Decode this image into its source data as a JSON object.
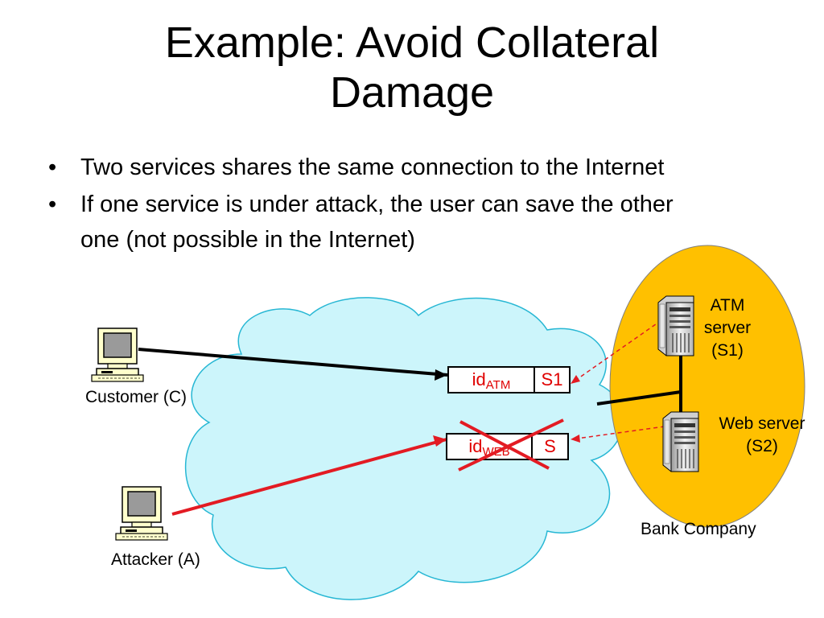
{
  "title": {
    "line1": "Example: Avoid Collateral",
    "line2": "Damage"
  },
  "bullets": [
    {
      "marker": "•",
      "text": "Two services shares the same connection to the Internet"
    },
    {
      "marker": "•",
      "text": "If one service is under attack, the user can save the other one (not possible in the Internet)"
    }
  ],
  "diagram": {
    "customer_label": "Customer (C)",
    "attacker_label": "Attacker (A)",
    "atm_server": {
      "line1": "ATM",
      "line2": "server",
      "line3": "(S1)"
    },
    "web_server": {
      "line1": "Web server",
      "line2": "(S2)"
    },
    "bank_label": "Bank Company",
    "packet_atm": {
      "id": "id",
      "sub": "ATM",
      "dest": "S1"
    },
    "packet_web": {
      "id": "id",
      "sub": "WEB",
      "dest": "S"
    },
    "colors": {
      "cloud_fill": "#ccf5fb",
      "cloud_stroke": "#27b7d4",
      "bank_fill": "#ffc000",
      "attack_red": "#e31b23",
      "link_black": "#000000"
    },
    "icons": [
      "computer-icon",
      "server-icon",
      "cross-mark-icon"
    ]
  }
}
